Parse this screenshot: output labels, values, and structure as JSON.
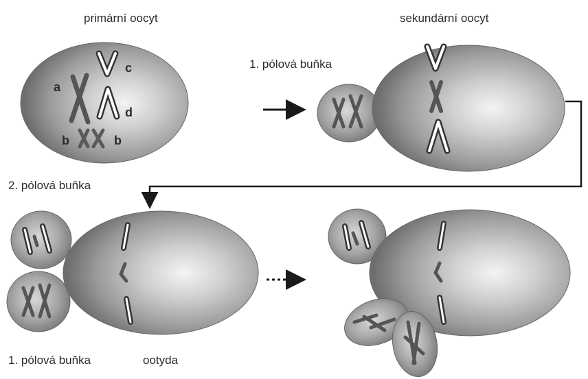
{
  "labels": {
    "primary_oocyte": "primární oocyt",
    "secondary_oocyte": "sekundární oocyt",
    "first_polar_body_top": "1. pólová buňka",
    "second_polar_body": "2. pólová buňka",
    "first_polar_body_bottom": "1. pólová buňka",
    "ootid": "ootyda"
  },
  "chromosome_letters": {
    "a": "a",
    "b_left": "b",
    "b_right": "b",
    "c": "c",
    "d": "d"
  },
  "colors": {
    "cell_dark": "#6a6a6a",
    "cell_light": "#f2f2f2",
    "chromosome_dark": "#4a4a4a",
    "chromosome_white": "#ffffff",
    "arrow": "#1a1a1a"
  }
}
